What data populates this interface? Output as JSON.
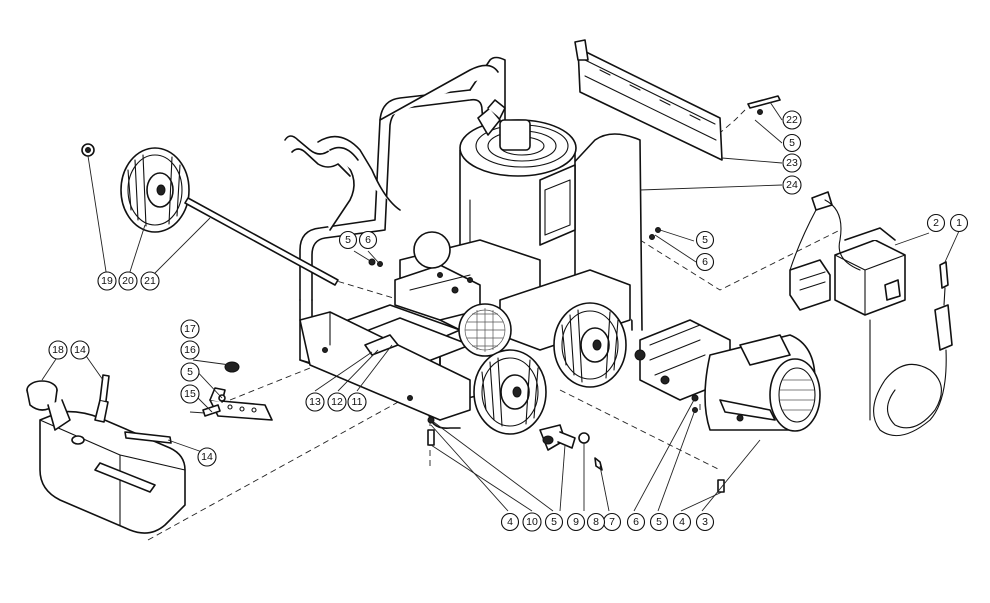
{
  "diagram": {
    "callouts": [
      {
        "num": "1"
      },
      {
        "num": "2"
      },
      {
        "num": "3"
      },
      {
        "num": "4"
      },
      {
        "num": "5"
      },
      {
        "num": "6"
      },
      {
        "num": "7"
      },
      {
        "num": "8"
      },
      {
        "num": "9"
      },
      {
        "num": "10"
      },
      {
        "num": "4"
      },
      {
        "num": "6"
      },
      {
        "num": "5"
      },
      {
        "num": "11"
      },
      {
        "num": "12"
      },
      {
        "num": "13"
      },
      {
        "num": "14"
      },
      {
        "num": "14"
      },
      {
        "num": "15"
      },
      {
        "num": "16"
      },
      {
        "num": "5"
      },
      {
        "num": "17"
      },
      {
        "num": "18"
      },
      {
        "num": "19"
      },
      {
        "num": "20"
      },
      {
        "num": "21"
      },
      {
        "num": "5"
      },
      {
        "num": "6"
      },
      {
        "num": "5"
      },
      {
        "num": "6"
      },
      {
        "num": "22"
      },
      {
        "num": "5"
      },
      {
        "num": "23"
      },
      {
        "num": "24"
      }
    ]
  }
}
